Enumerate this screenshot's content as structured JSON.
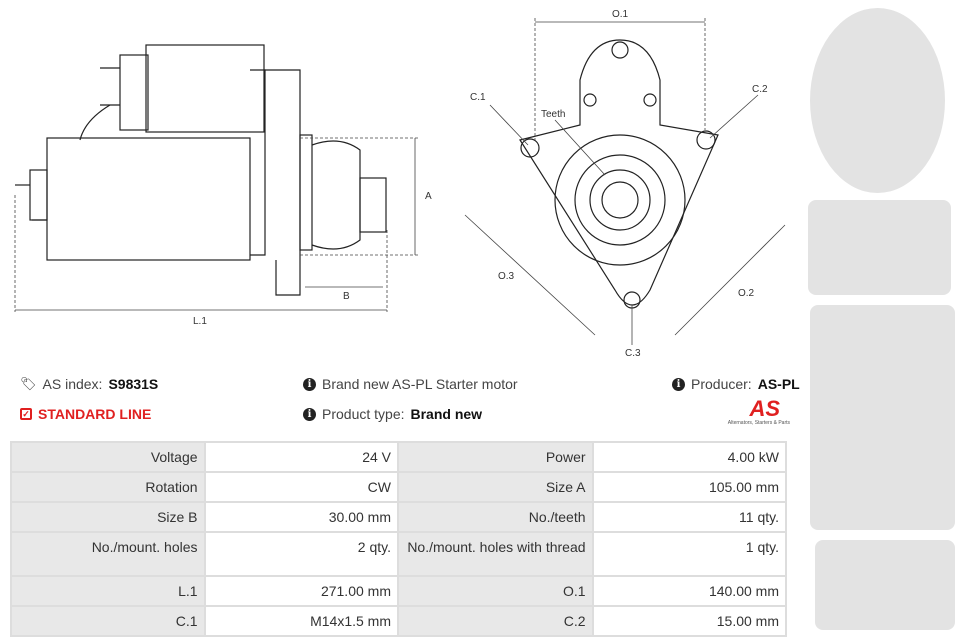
{
  "diagram_side": {
    "L1": "L.1",
    "A": "A",
    "B": "B"
  },
  "diagram_front": {
    "O1": "O.1",
    "C1": "C.1",
    "C2": "C.2",
    "teeth": "Teeth",
    "O3": "O.3",
    "O2": "O.2",
    "C3": "C.3"
  },
  "info": {
    "as_index_label": "AS index:",
    "as_index_value": "S9831S",
    "standard_line": "STANDARD LINE",
    "description": "Brand new AS-PL Starter motor",
    "product_type_label": "Product type:",
    "product_type_value": "Brand new",
    "producer_label": "Producer:",
    "producer_value": "AS-PL",
    "logo_text": "AS",
    "logo_tagline": "Alternators, Starters & Parts"
  },
  "colors": {
    "accent": "#e02020"
  },
  "specs": [
    {
      "l1": "Voltage",
      "v1": "24 V",
      "l2": "Power",
      "v2": "4.00 kW"
    },
    {
      "l1": "Rotation",
      "v1": "CW",
      "l2": "Size A",
      "v2": "105.00 mm"
    },
    {
      "l1": "Size B",
      "v1": "30.00 mm",
      "l2": "No./teeth",
      "v2": "11 qty."
    },
    {
      "l1": "No./mount. holes",
      "v1": "2 qty.",
      "l2": "No./mount. holes with thread",
      "v2": "1 qty."
    },
    {
      "l1": "L.1",
      "v1": "271.00 mm",
      "l2": "O.1",
      "v2": "140.00 mm"
    },
    {
      "l1": "C.1",
      "v1": "M14x1.5 mm",
      "l2": "C.2",
      "v2": "15.00 mm"
    }
  ]
}
